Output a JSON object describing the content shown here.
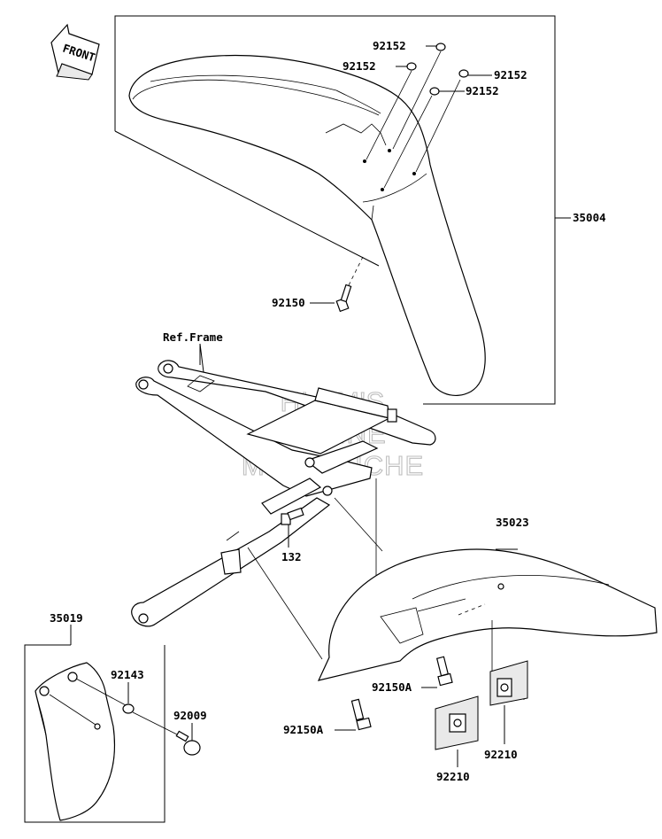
{
  "front_arrow_text": "FRONT",
  "watermark": [
    "HLSM'S",
    "ONLINE",
    "MICROFICHE"
  ],
  "labels": {
    "p35004": "35004",
    "p92152_a": "92152",
    "p92152_b": "92152",
    "p92152_c": "92152",
    "p92152_d": "92152",
    "p92150": "92150",
    "ref_frame": "Ref.Frame",
    "p132": "132",
    "p35023": "35023",
    "p35019": "35019",
    "p92143": "92143",
    "p92009": "92009",
    "p92150A_a": "92150A",
    "p92150A_b": "92150A",
    "p92210_a": "92210",
    "p92210_b": "92210"
  }
}
